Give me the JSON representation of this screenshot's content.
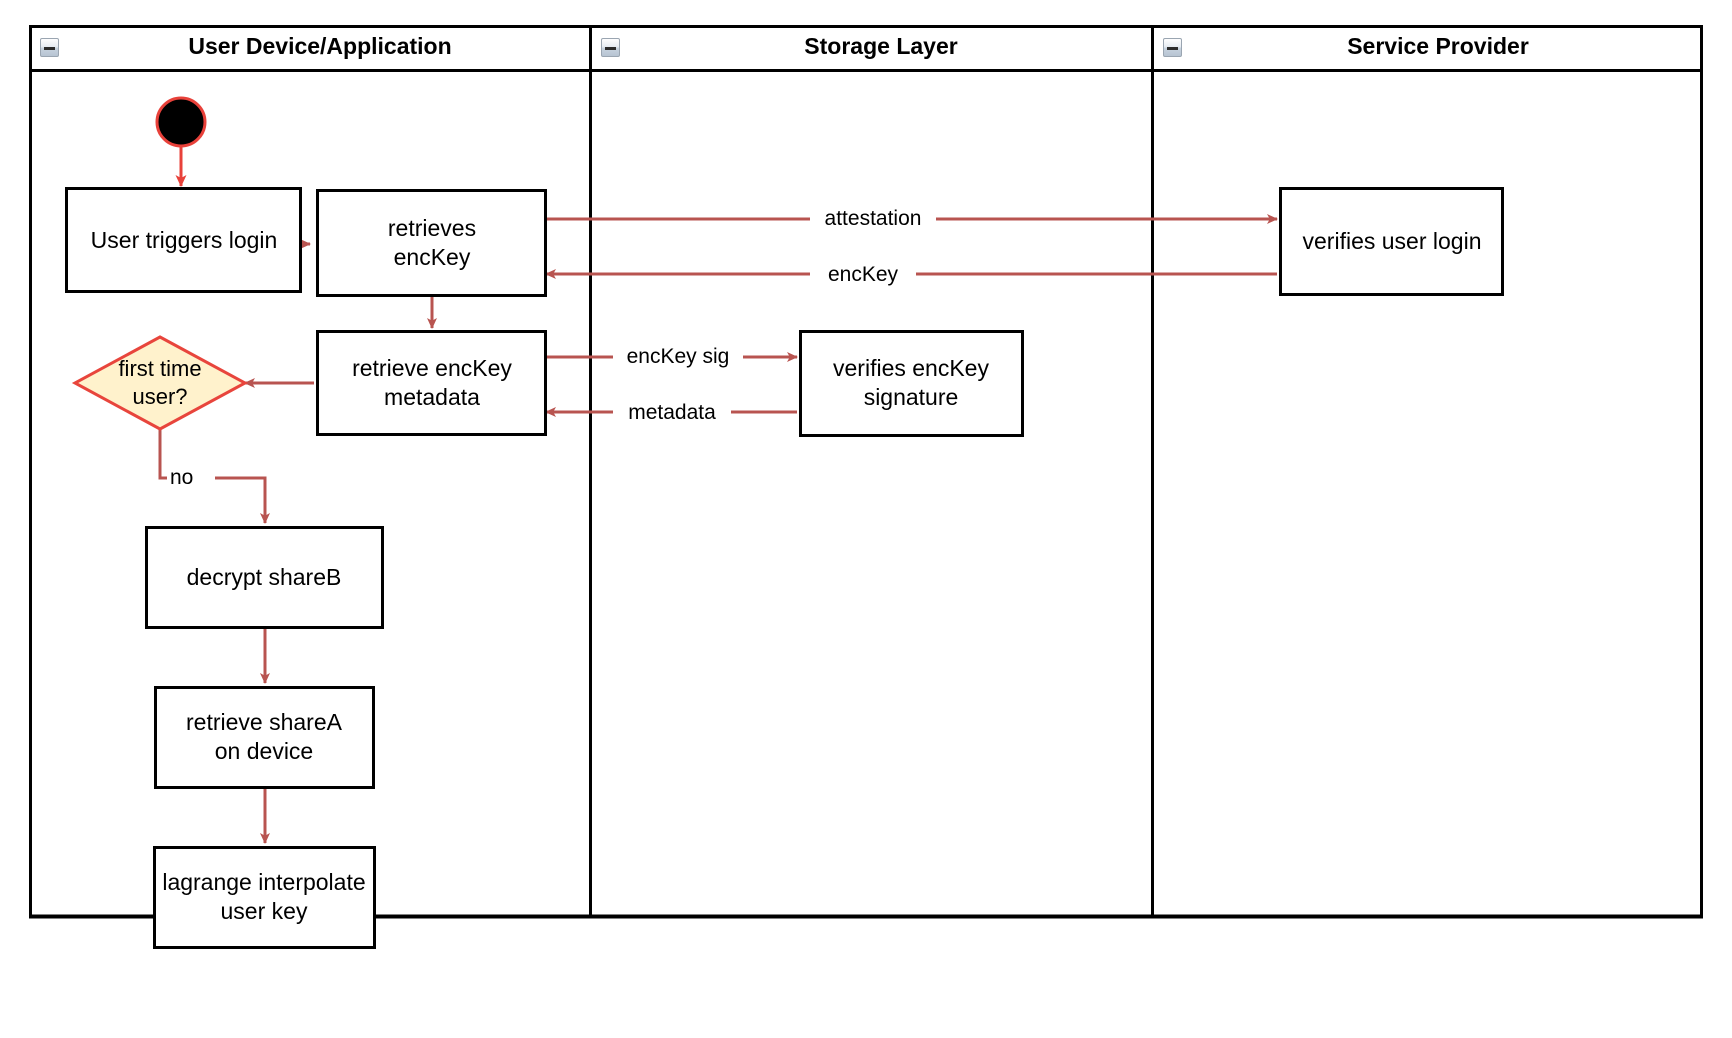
{
  "diagram": {
    "type": "swimlane-activity-diagram",
    "lanes": [
      {
        "id": "lane-user-device",
        "title": "User Device/Application",
        "collapse_icon": "collapse-minus-icon"
      },
      {
        "id": "lane-storage-layer",
        "title": "Storage Layer",
        "collapse_icon": "collapse-minus-icon"
      },
      {
        "id": "lane-service-provider",
        "title": "Service Provider",
        "collapse_icon": "collapse-minus-icon"
      }
    ],
    "nodes": [
      {
        "id": "start",
        "shape": "start-circle",
        "label": ""
      },
      {
        "id": "user-triggers-login",
        "shape": "rectangle",
        "label": "User triggers login"
      },
      {
        "id": "retrieves-enckey",
        "shape": "rectangle",
        "label": "retrieves\nencKey"
      },
      {
        "id": "retrieve-enckey-metadata",
        "shape": "rectangle",
        "label": "retrieve encKey\nmetadata"
      },
      {
        "id": "first-time-user",
        "shape": "diamond",
        "label": "first time\nuser?"
      },
      {
        "id": "decrypt-shareb",
        "shape": "rectangle",
        "label": "decrypt shareB"
      },
      {
        "id": "retrieve-sharea-on-device",
        "shape": "rectangle",
        "label": "retrieve shareA\non device"
      },
      {
        "id": "lagrange-interpolate-user-key",
        "shape": "rectangle",
        "label": "lagrange interpolate\nuser key"
      },
      {
        "id": "verifies-user-login",
        "shape": "rectangle",
        "label": "verifies user login"
      },
      {
        "id": "verifies-enckey-signature",
        "shape": "rectangle",
        "label": "verifies encKey\nsignature"
      }
    ],
    "edges": [
      {
        "id": "edge-start-to-login",
        "from": "start",
        "to": "user-triggers-login",
        "label": ""
      },
      {
        "id": "edge-login-to-retrieves",
        "from": "user-triggers-login",
        "to": "retrieves-enckey",
        "label": ""
      },
      {
        "id": "edge-attestation",
        "from": "retrieves-enckey",
        "to": "verifies-user-login",
        "label": "attestation"
      },
      {
        "id": "edge-enckey",
        "from": "verifies-user-login",
        "to": "retrieves-enckey",
        "label": "encKey"
      },
      {
        "id": "edge-retrieves-to-metadata",
        "from": "retrieves-enckey",
        "to": "retrieve-enckey-metadata",
        "label": ""
      },
      {
        "id": "edge-enckey-sig",
        "from": "retrieve-enckey-metadata",
        "to": "verifies-enckey-signature",
        "label": "encKey sig"
      },
      {
        "id": "edge-metadata",
        "from": "verifies-enckey-signature",
        "to": "retrieve-enckey-metadata",
        "label": "metadata"
      },
      {
        "id": "edge-metadata-to-decision",
        "from": "retrieve-enckey-metadata",
        "to": "first-time-user",
        "label": ""
      },
      {
        "id": "edge-decision-no",
        "from": "first-time-user",
        "to": "decrypt-shareb",
        "label": "no"
      },
      {
        "id": "edge-decrypt-to-sharea",
        "from": "decrypt-shareb",
        "to": "retrieve-sharea-on-device",
        "label": ""
      },
      {
        "id": "edge-sharea-to-lagrange",
        "from": "retrieve-sharea-on-device",
        "to": "lagrange-interpolate-user-key",
        "label": ""
      }
    ],
    "colors": {
      "edge_stroke": "#b85450",
      "start_ring": "#e8453c",
      "start_fill": "#000000",
      "decision_fill": "#fff2cc",
      "decision_stroke": "#e8453c",
      "node_stroke": "#000000",
      "node_fill": "#ffffff",
      "lane_stroke": "#000000",
      "background": "#ffffff"
    }
  }
}
